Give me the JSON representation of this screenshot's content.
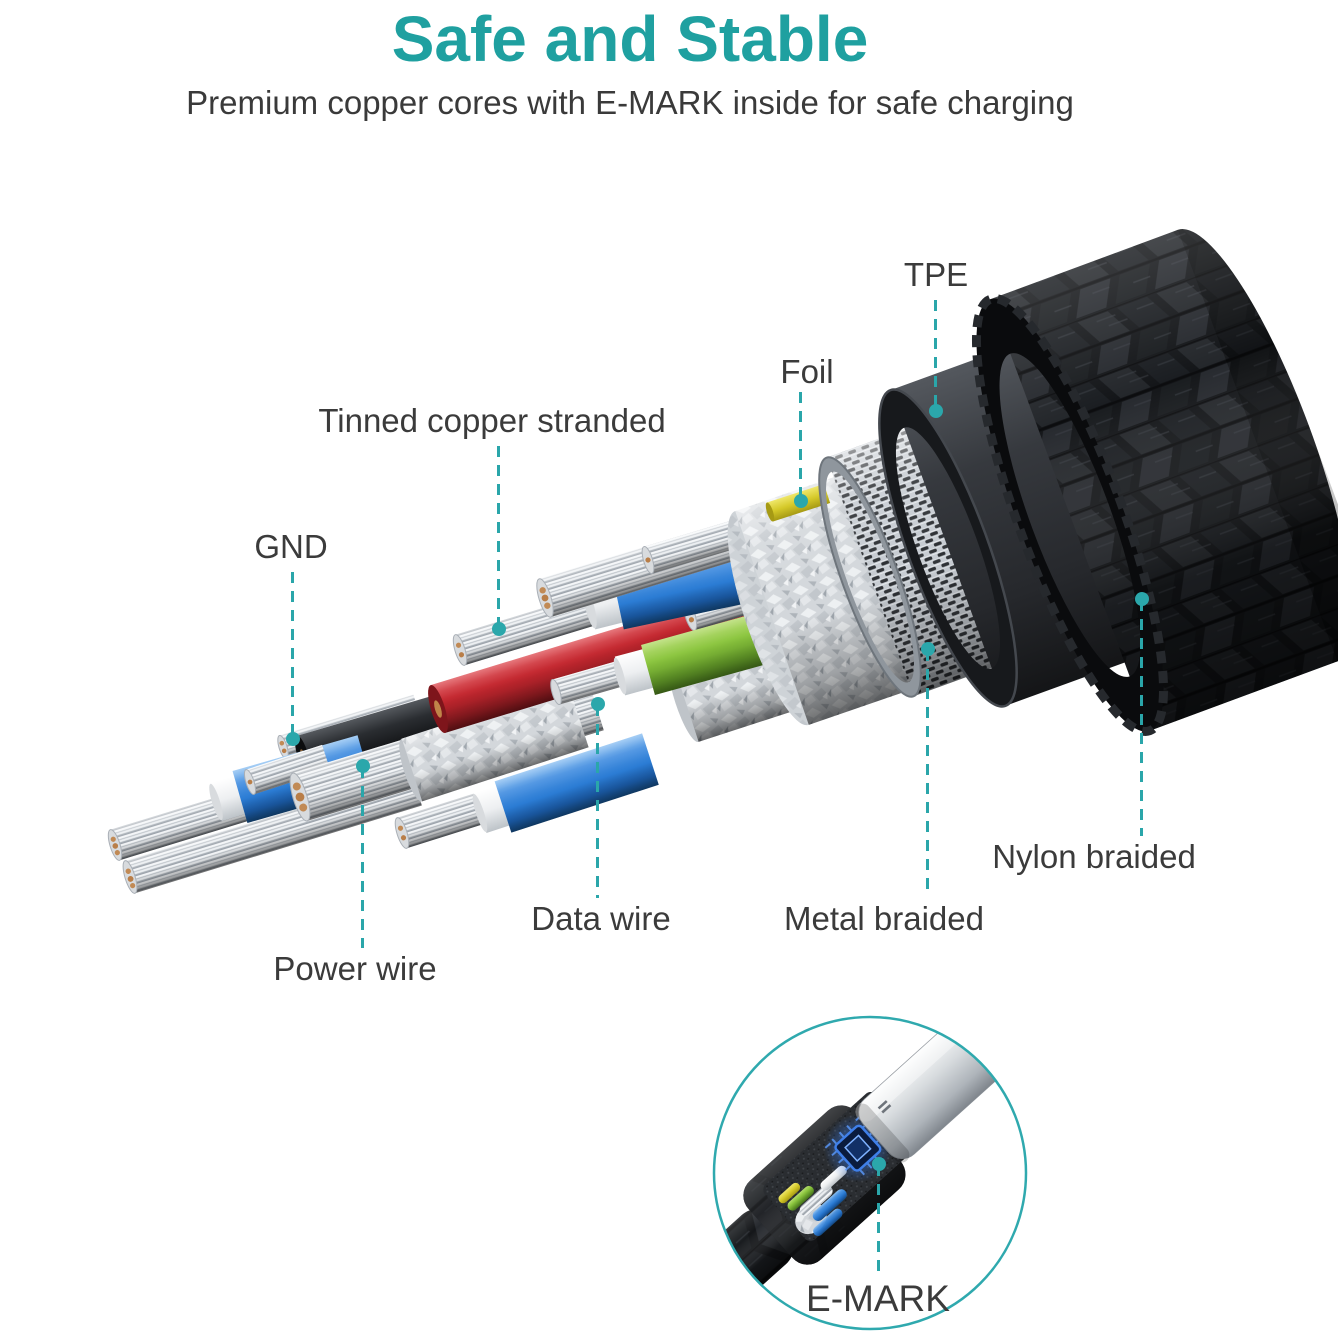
{
  "header": {
    "title": "Safe and Stable",
    "subtitle": "Premium copper cores with E-MARK inside for safe charging"
  },
  "diagram": {
    "labels": [
      {
        "id": "tpe",
        "text": "TPE"
      },
      {
        "id": "foil",
        "text": "Foil"
      },
      {
        "id": "tinned-copper",
        "text": "Tinned copper stranded"
      },
      {
        "id": "gnd",
        "text": "GND"
      },
      {
        "id": "nylon-braided",
        "text": "Nylon braided"
      },
      {
        "id": "metal-braided",
        "text": "Metal braided"
      },
      {
        "id": "data-wire",
        "text": "Data wire"
      },
      {
        "id": "power-wire",
        "text": "Power wire"
      }
    ]
  },
  "inset": {
    "label": "E-MARK"
  },
  "colors": {
    "accent_teal": "#1FA0A0",
    "leader_teal": "#2AA6AA",
    "text_dark": "#3B3B3B",
    "wire_blue": "#2B7CD4",
    "wire_red": "#C4272F",
    "wire_green": "#8CC63F",
    "wire_yellow": "#D5C929",
    "chip_glow_blue": "#4E9BFF"
  }
}
